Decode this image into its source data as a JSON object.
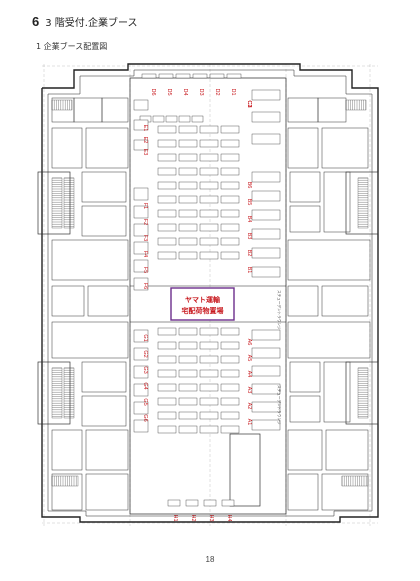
{
  "header": {
    "section_number": "6",
    "section_title": "3 階受付.企業ブース",
    "sub_heading": "1 企業ブース配置図"
  },
  "plan": {
    "cargo_line1": "ヤマト運輸",
    "cargo_line2": "宅配荷物置場",
    "cargo_color": "#c8191e",
    "frame_color": "#6b2d8c",
    "booths_top": [
      "D1",
      "D2",
      "D3",
      "D4",
      "D5",
      "D6"
    ],
    "booths_c": [
      "C1",
      "C2",
      "C3"
    ],
    "booths_e": [
      "E1",
      "E2",
      "E3"
    ],
    "booths_b": [
      "B1",
      "B2",
      "B3",
      "B4",
      "B5",
      "B6"
    ],
    "booths_f": [
      "F1",
      "F2",
      "F3",
      "F4",
      "F5",
      "F6"
    ],
    "booths_a": [
      "A1",
      "A2",
      "A3",
      "A4",
      "A5",
      "A6"
    ],
    "booths_g": [
      "G1",
      "G2",
      "G3",
      "G4",
      "G5",
      "G6"
    ],
    "booths_h": [
      "H1",
      "H2",
      "H3",
      "H4"
    ],
    "lobby_upper": "スチューデントラウンジ",
    "lobby_lower": "スチューデントラウンジ"
  },
  "footer": {
    "page_number": "18"
  }
}
